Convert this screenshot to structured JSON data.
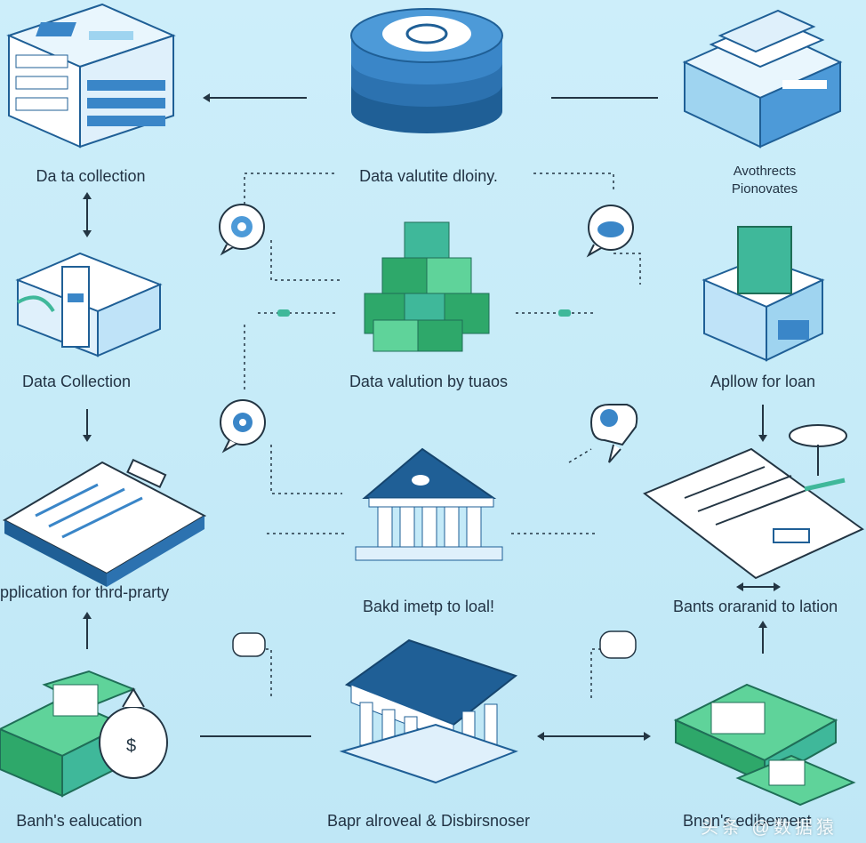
{
  "nodes": [
    {
      "id": "data-collection-top",
      "label": "Da ta collection"
    },
    {
      "id": "data-valuation-top",
      "label": "Data valutite dloiny."
    },
    {
      "id": "products-top",
      "label": "Avothrects\nPionovates"
    },
    {
      "id": "data-collection-mid",
      "label": "Data Collection"
    },
    {
      "id": "data-valuation-mid",
      "label": "Data valution by tuaos"
    },
    {
      "id": "allow-for-loan",
      "label": "Apllow for loan"
    },
    {
      "id": "application",
      "label": "pplication for thrd-prarty"
    },
    {
      "id": "bank-step",
      "label": "Bakd imetp to loal!"
    },
    {
      "id": "banks-oraranid",
      "label": "Bants oraranid to lation"
    },
    {
      "id": "banks-evaluation",
      "label": "Banh's ealucation"
    },
    {
      "id": "approval",
      "label": "Bapr alroveal & Disbirsnoser"
    },
    {
      "id": "banks-edibernent",
      "label": "Bnon's edibernent"
    }
  ],
  "watermark": "头条 @数据猿",
  "colors": {
    "background": "#c6ebf8",
    "blue_dark": "#1f5f96",
    "blue": "#3a86c8",
    "blue_light": "#9fd4f0",
    "green": "#2ea86a",
    "green_light": "#5fd39a",
    "teal": "#3fb89a",
    "white": "#ffffff",
    "line": "#233543"
  },
  "icons": [
    "server-icon",
    "database-icon",
    "servers-stack-icon",
    "gear-bubble-icon",
    "data-cubes-icon",
    "cloud-bubble-icon",
    "cube-box-icon",
    "shield-bubble-icon",
    "bank-icon",
    "chat-bubble-icon",
    "clipboard-icon",
    "document-icon",
    "money-stack-icon",
    "money-bag-icon",
    "bank-building-icon",
    "money-pile-icon",
    "hand-icon"
  ]
}
